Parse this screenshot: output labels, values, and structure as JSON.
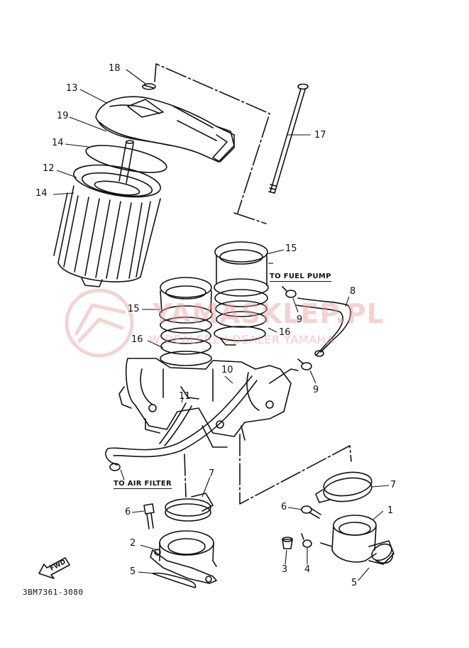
{
  "watermark": {
    "brand": "YAMASKLEP.PL",
    "tagline": "W DEALERZ I DEALER YAMAHA"
  },
  "part_code": "3BM7361-3080",
  "fwd_label": "FWD",
  "notes": {
    "to_fuel_pump": "TO FUEL PUMP",
    "to_air_filter": "TO AIR FILTER"
  },
  "callouts": {
    "c18": "18",
    "c13": "13",
    "c19": "19",
    "c14a": "14",
    "c12": "12",
    "c14b": "14",
    "c17": "17",
    "c15a": "15",
    "c15b": "15",
    "c8": "8",
    "c9a": "9",
    "c16a": "16",
    "c16b": "16",
    "c10": "10",
    "c9b": "9",
    "c11": "11",
    "c7a": "7",
    "c7b": "7",
    "c6a": "6",
    "c6b": "6",
    "c1": "1",
    "c2": "2",
    "c3": "3",
    "c4": "4",
    "c5a": "5",
    "c5b": "5"
  },
  "colors": {
    "ink": "#111111",
    "watermark": "#e7a0a0"
  }
}
